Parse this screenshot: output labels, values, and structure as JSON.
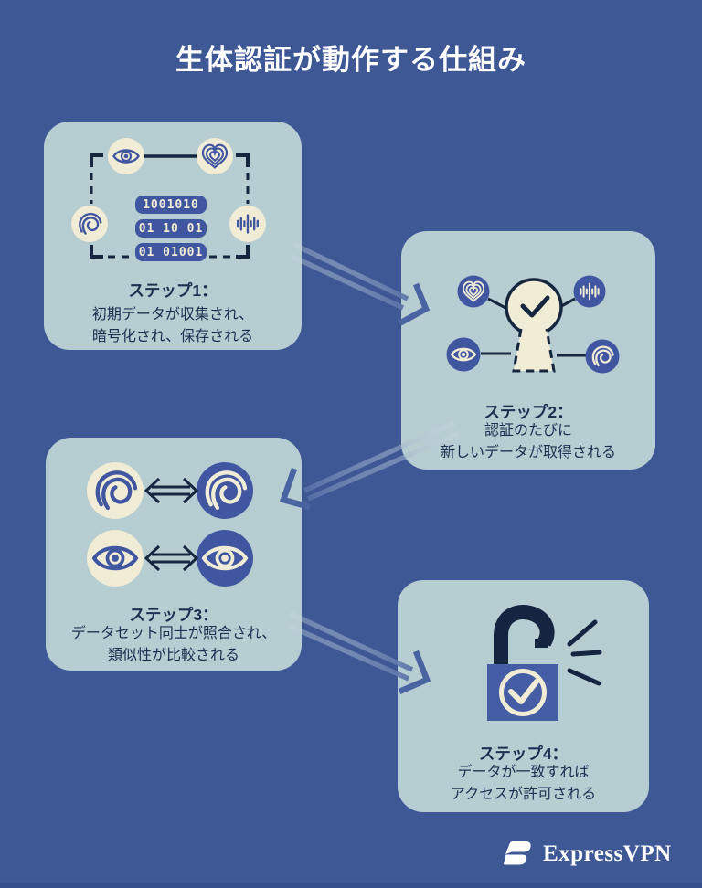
{
  "title": "生体認証が動作する仕組み",
  "steps": [
    {
      "label": "ステップ1：",
      "lines": [
        "初期データが収集され、",
        "暗号化され、保存される"
      ],
      "binary": [
        "1001010",
        "01 10 01",
        "01 01001"
      ],
      "icons": [
        "eye-icon",
        "heart-icon",
        "fingerprint-icon",
        "voiceprint-icon",
        "capture-frame-icon"
      ]
    },
    {
      "label": "ステップ2：",
      "lines": [
        "認証のたびに",
        "新しいデータが取得される"
      ],
      "icons": [
        "heart-icon",
        "voiceprint-icon",
        "eye-icon",
        "fingerprint-icon",
        "keyhole-person-icon",
        "checkmark-icon"
      ]
    },
    {
      "label": "ステップ3：",
      "lines": [
        "データセット同士が照合され、",
        "類似性が比較される"
      ],
      "icons": [
        "fingerprint-icon",
        "eye-icon",
        "compare-arrows-icon"
      ]
    },
    {
      "label": "ステップ4：",
      "lines": [
        "データが一致すれば",
        "アクセスが許可される"
      ],
      "icons": [
        "open-padlock-icon",
        "checkmark-icon",
        "burst-lines-icon"
      ]
    }
  ],
  "flow_arrows": [
    "step1-to-step2",
    "step2-to-step3",
    "step3-to-step4"
  ],
  "footer": {
    "brand": "ExpressVPN",
    "logo": "expressvpn-logo"
  },
  "colors": {
    "background": "#3e5795",
    "card": "#b6cdd2",
    "ink": "#15263f",
    "text": "#1d3050",
    "indigo": "#4156a0",
    "cream": "#f1ecd6",
    "arrow": "#4a63a2",
    "title": "#ffffff",
    "bottom_strip": "#36508c"
  }
}
